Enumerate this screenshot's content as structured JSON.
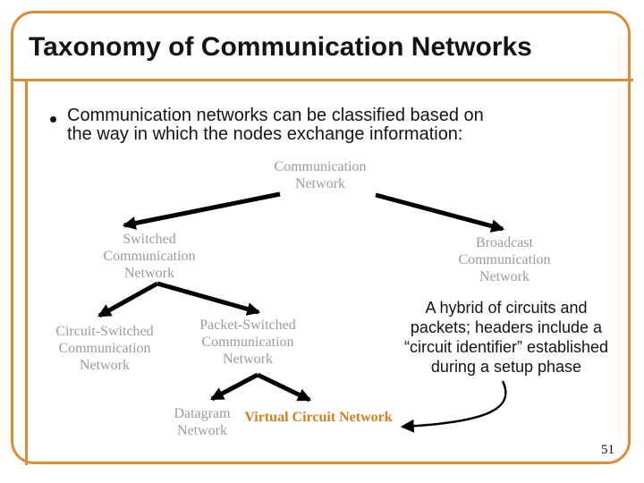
{
  "slide": {
    "title": "Taxonomy of Communication Networks",
    "bullet": "Communication networks can be classified based on\nthe way in which the nodes exchange information:",
    "page_number": "51"
  },
  "colors": {
    "accent_orange": "#DC8C33",
    "highlight_orange": "#D97D21",
    "node_gray": "#9B9B9B",
    "text_black": "#141414"
  },
  "diagram": {
    "nodes": {
      "root": "Communication\nNetwork",
      "switched": "Switched\nCommunication\nNetwork",
      "broadcast": "Broadcast\nCommunication\nNetwork",
      "circuit_switched": "Circuit-Switched\nCommunication\nNetwork",
      "packet_switched": "Packet-Switched\nCommunication\nNetwork",
      "datagram": "Datagram\nNetwork",
      "virtual_circuit": "Virtual Circuit Network"
    },
    "annotation": "A hybrid of circuits and\npackets; headers include a\n“circuit identifier” established\nduring a setup phase"
  }
}
